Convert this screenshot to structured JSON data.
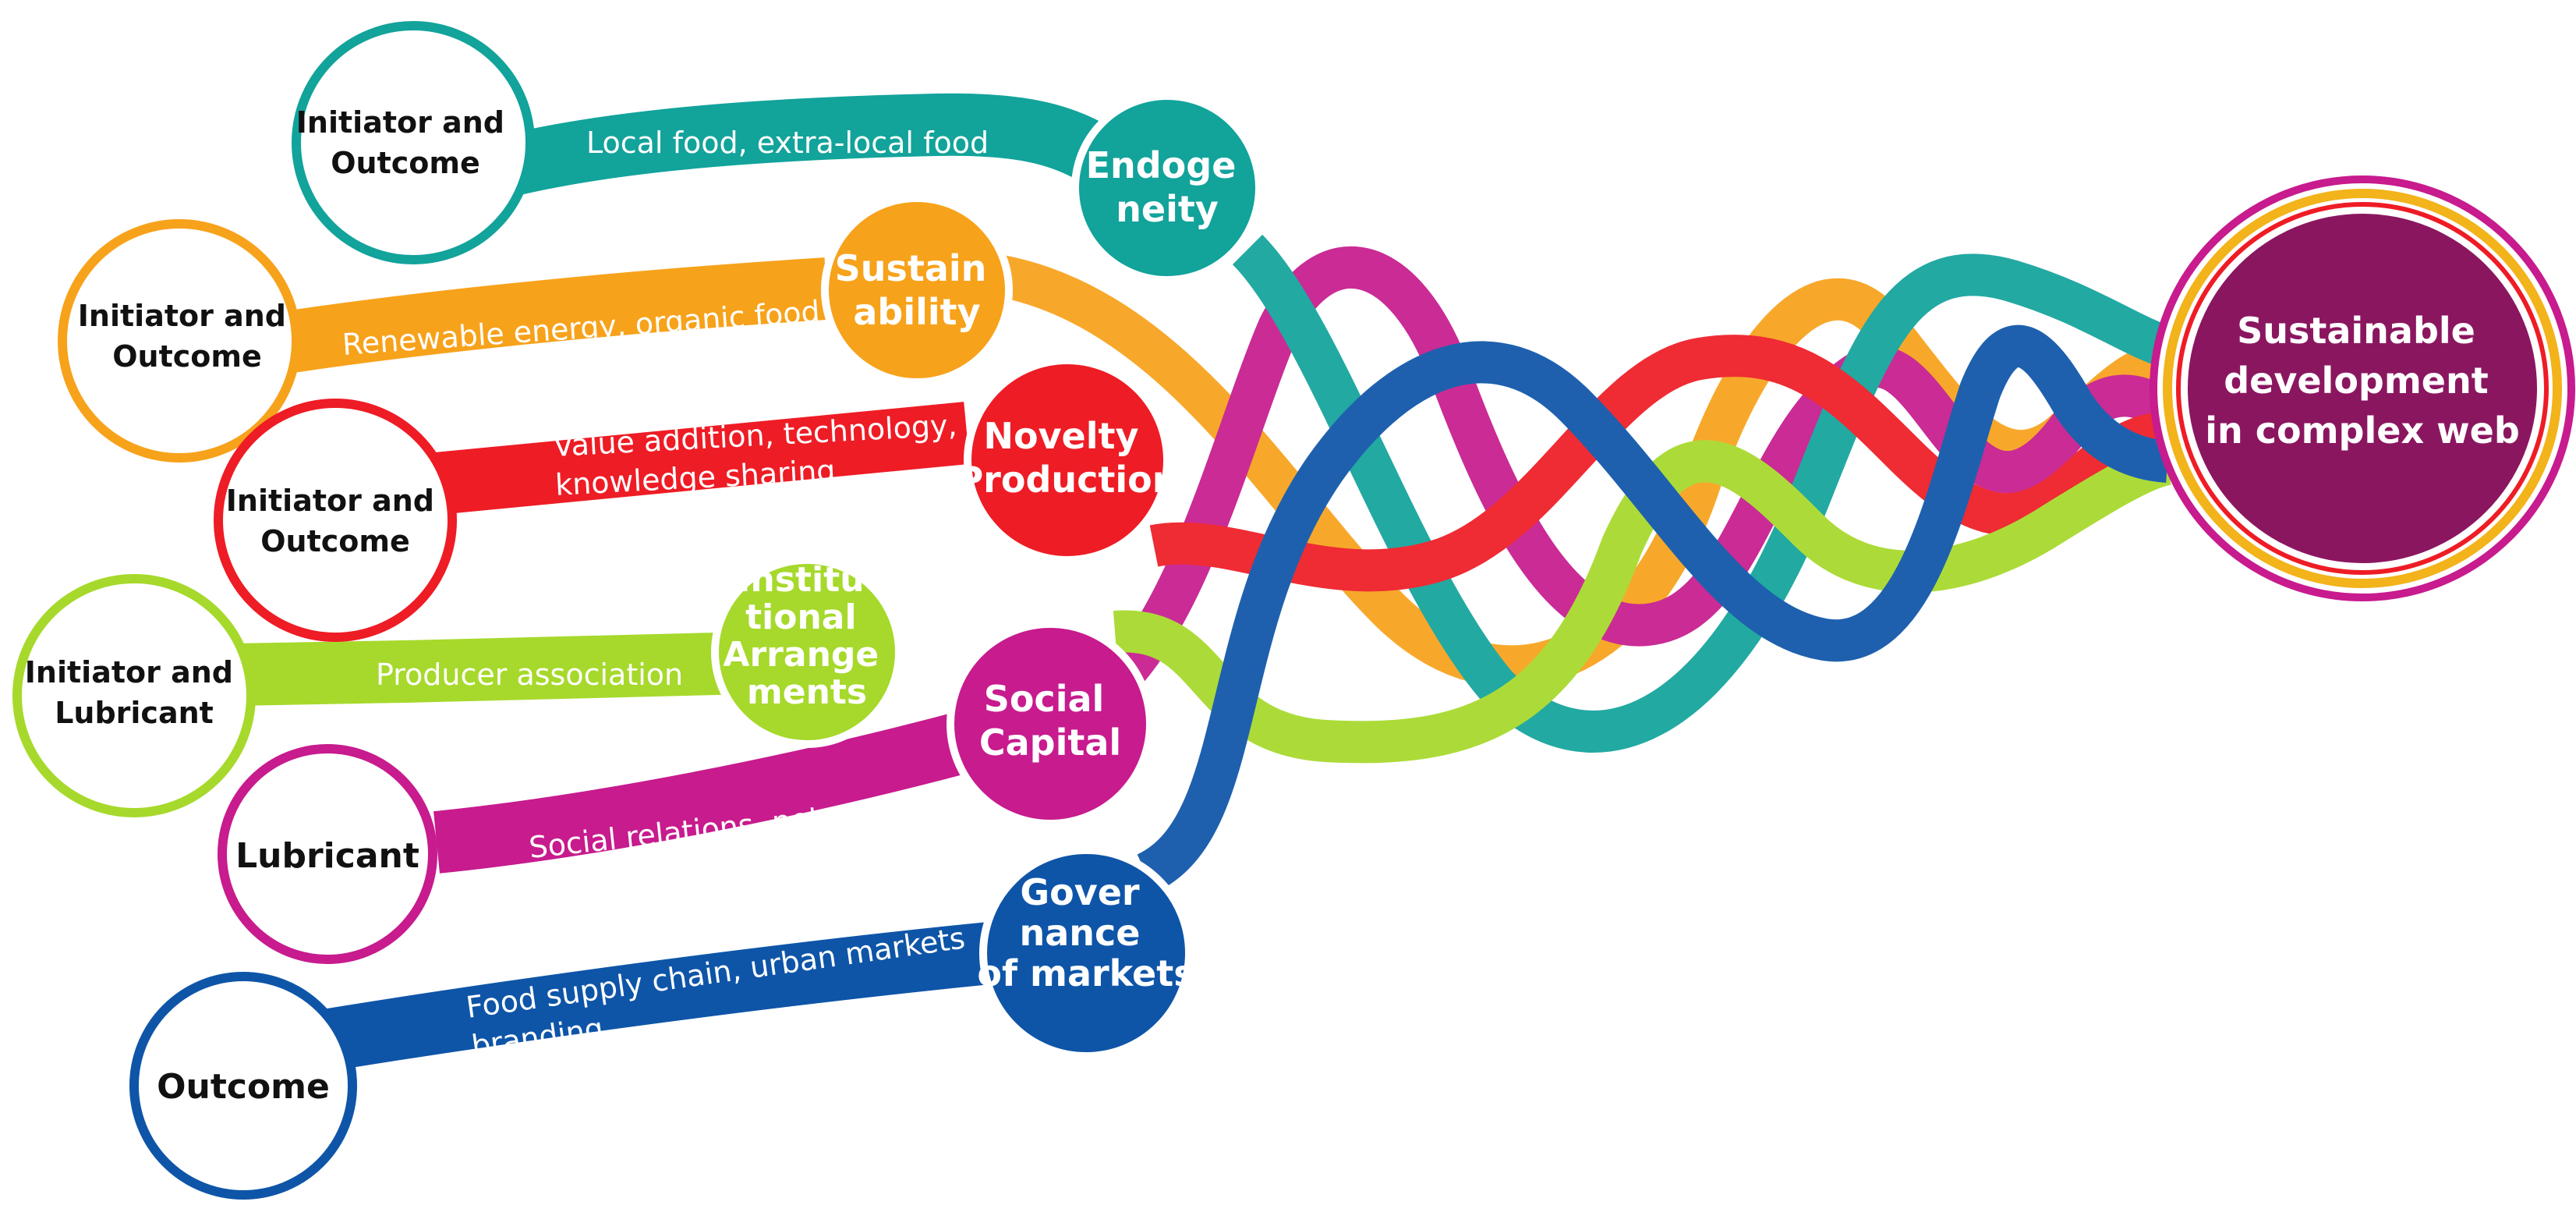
{
  "colors": {
    "teal": "#12a39b",
    "orange": "#f7a21b",
    "red": "#ee1c25",
    "green": "#a6d92b",
    "magenta": "#c71b8e",
    "blue": "#0e55a8",
    "final": "#8b1660",
    "final_ring_gold": "#f2b31b"
  },
  "strands": [
    {
      "id": "endogeneity",
      "color": "teal",
      "role": [
        "Initiator and",
        "Outcome"
      ],
      "ribbon_text": [
        "Local food, extra-local food"
      ],
      "concept": [
        "Endoge",
        "neity"
      ]
    },
    {
      "id": "sustainability",
      "color": "orange",
      "role": [
        "Initiator and",
        "Outcome"
      ],
      "ribbon_text": [
        "Renewable energy, organic food"
      ],
      "concept": [
        "Sustain",
        "ability"
      ]
    },
    {
      "id": "novelty",
      "color": "red",
      "role": [
        "Initiator and",
        "Outcome"
      ],
      "ribbon_text": [
        "Value addition, technology,",
        "knowledge sharing"
      ],
      "concept": [
        "Novelty",
        "Production"
      ]
    },
    {
      "id": "institutional",
      "color": "green",
      "role": [
        "Initiator and",
        "Lubricant"
      ],
      "ribbon_text": [
        "Producer association"
      ],
      "concept": [
        "Institu",
        "tional",
        "Arrange",
        "ments"
      ]
    },
    {
      "id": "social",
      "color": "magenta",
      "role": [
        "Lubricant"
      ],
      "ribbon_text": [
        "Social  relations, networks"
      ],
      "concept": [
        "Social",
        "Capital"
      ]
    },
    {
      "id": "governance",
      "color": "blue",
      "role": [
        "Outcome"
      ],
      "ribbon_text": [
        "Food supply chain, urban markets",
        "branding"
      ],
      "concept": [
        "Gover",
        "nance",
        "of markets"
      ]
    }
  ],
  "final": {
    "lines": [
      "Sustainable",
      "development",
      "in complex web"
    ]
  }
}
